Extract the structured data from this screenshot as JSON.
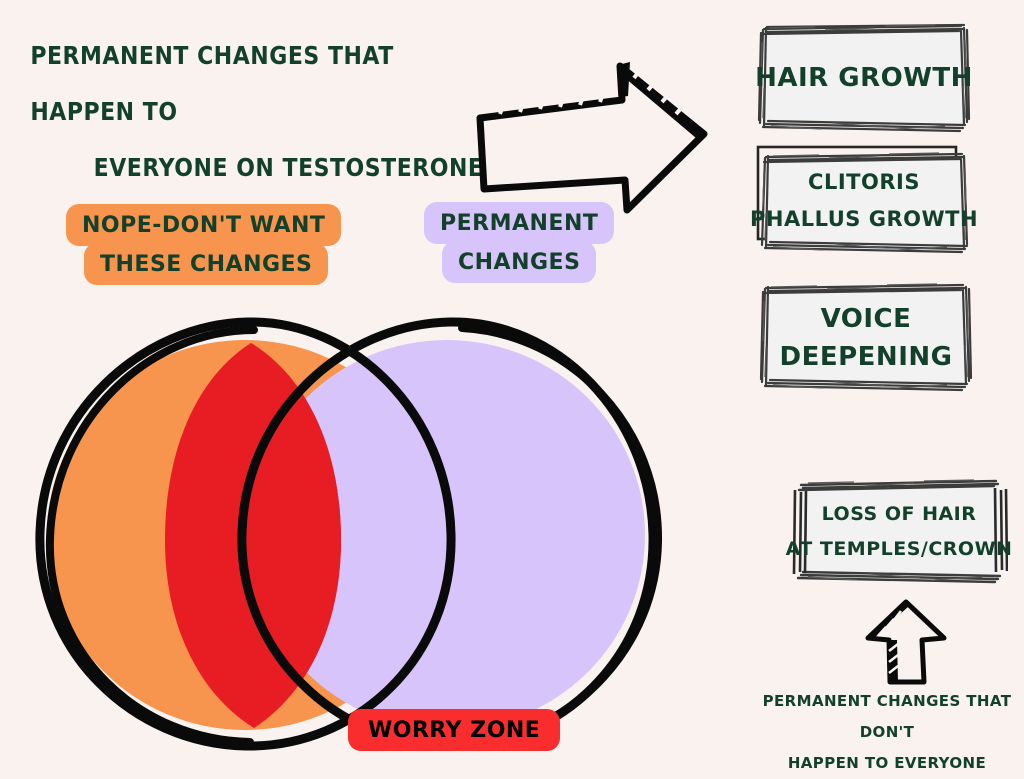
{
  "title": {
    "line1": "PERMANENT CHANGES THAT HAPPEN  TO",
    "line2": "EVERYONE ON TESTOSTERONE"
  },
  "venn": {
    "left_label": {
      "line1": "NOPE-DON'T WANT",
      "line2": "THESE CHANGES"
    },
    "right_label": {
      "line1": "PERMANENT",
      "line2": "CHANGES"
    },
    "intersection_label": "WORRY ZONE",
    "colors": {
      "left_circle": "#F7944D",
      "right_circle": "#D6C4FB",
      "intersection": "#E71D23",
      "outline": "#0A0A0A",
      "worry_pill": "#F92D2D",
      "worry_text": "#000000"
    }
  },
  "boxes": [
    {
      "id": "hair-growth",
      "lines": [
        "HAIR GROWTH"
      ]
    },
    {
      "id": "clitoris",
      "lines": [
        "CLITORIS",
        "PHALLUS GROWTH"
      ]
    },
    {
      "id": "voice",
      "lines": [
        "VOICE",
        "DEEPENING"
      ]
    },
    {
      "id": "loss-of-hair",
      "lines": [
        "LOSS OF HAIR",
        "AT TEMPLES/CROWN"
      ]
    }
  ],
  "bottom_caption": {
    "line1": "PERMANENT CHANGES THAT DON'T",
    "line2": "HAPPEN TO EVERYONE"
  },
  "icons": {
    "right_arrow": "arrow-right-icon",
    "up_arrow": "arrow-up-icon"
  },
  "theme": {
    "background": "#FAF2EE",
    "text_green": "#13402B",
    "box_fill": "#F2F2F2",
    "box_frame": "#3C3C3C"
  }
}
